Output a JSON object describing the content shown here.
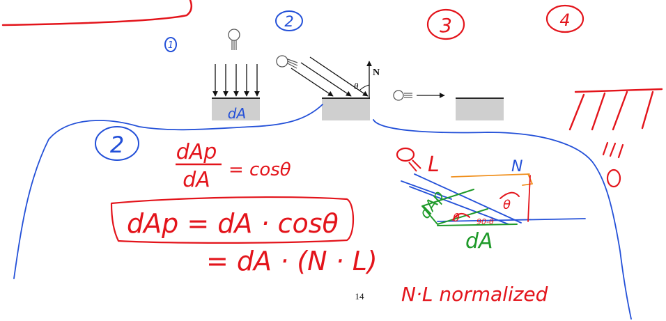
{
  "colors": {
    "red": "#e3141b",
    "blue": "#2350d8",
    "green": "#1f9a2a",
    "orange": "#f0901e",
    "black": "#111111",
    "gray": "#cfcfcf"
  },
  "annotations": {
    "circled_1": "1",
    "circled_2_top": "2",
    "circled_3": "3",
    "circled_4": "4",
    "circled_2_left": "2"
  },
  "figure": {
    "panel1_area_label": "dA",
    "normal_label": "N",
    "theta_label": "θ"
  },
  "equations": {
    "ratio_numerator": "dAp",
    "ratio_denominator": "dA",
    "ratio_rhs": "= cosθ",
    "boxed": "dAp = dA · cosθ",
    "second_line": "= dA · (N · L)"
  },
  "sketch": {
    "light_label": "L",
    "normal_label": "N",
    "area_label": "dA",
    "dap_label": "dAp",
    "theta_label_a": "θ",
    "theta_label_b": "θ",
    "angle_90": "90-θ"
  },
  "footer": {
    "page_number": "14",
    "note": "N·L normalized"
  }
}
